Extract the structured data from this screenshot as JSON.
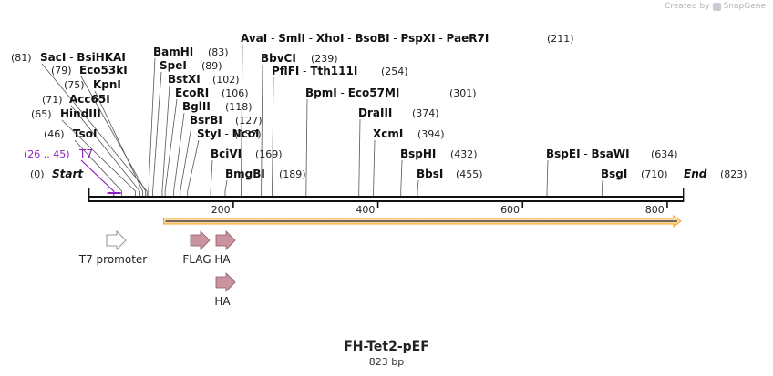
{
  "credit": {
    "prefix": "Created by",
    "brand": "SnapGene"
  },
  "map": {
    "name": "FH-Tet2-pEF",
    "length_label": "823 bp",
    "length_bp": 823,
    "colors": {
      "backbone": "#111111",
      "orf": "#f5a623",
      "orf_fill": "#fde7c0",
      "tag": "#c9949f",
      "promoter": "#ffffff",
      "primer": "#8c1fbf"
    },
    "ruler_ticks": [
      "200",
      "400",
      "600",
      "800"
    ],
    "sites": [
      {
        "text": "(0)",
        "name": "Start",
        "italic": true,
        "bp": 0
      },
      {
        "text": "(26 .. 45)",
        "name": "T7",
        "primer": true,
        "bp": 35
      },
      {
        "text": "(46)",
        "name": "TsoI",
        "bp": 46
      },
      {
        "text": "(65)",
        "name": "HindIII",
        "bp": 65
      },
      {
        "text": "(71)",
        "name": "Acc65I",
        "bp": 71
      },
      {
        "text": "(75)",
        "name": "KpnI",
        "bp": 75
      },
      {
        "text": "(79)",
        "name": "Eco53kI",
        "bp": 79
      },
      {
        "text": "(81)",
        "name": "SacI - BsiHKAI",
        "bp": 81
      },
      {
        "text": "(83)",
        "name": "BamHI",
        "bp": 83
      },
      {
        "text": "(89)",
        "name": "SpeI",
        "bp": 89
      },
      {
        "text": "(102)",
        "name": "BstXI",
        "bp": 102
      },
      {
        "text": "(106)",
        "name": "EcoRI",
        "bp": 106
      },
      {
        "text": "(118)",
        "name": "BglII",
        "bp": 118
      },
      {
        "text": "(127)",
        "name": "BsrBI",
        "bp": 127
      },
      {
        "text": "(137)",
        "name": "StyI - NcoI",
        "bp": 137
      },
      {
        "text": "(169)",
        "name": "BciVI",
        "bp": 169
      },
      {
        "text": "(189)",
        "name": "BmgBI",
        "bp": 189
      },
      {
        "text": "(211)",
        "name": "AvaI - SmlI - XhoI - BsoBI - PspXI - PaeR7I",
        "bp": 211
      },
      {
        "text": "(239)",
        "name": "BbvCI",
        "bp": 239
      },
      {
        "text": "(254)",
        "name": "PflFI - Tth111I",
        "bp": 254
      },
      {
        "text": "(301)",
        "name": "BpmI - Eco57MI",
        "bp": 301
      },
      {
        "text": "(374)",
        "name": "DraIII",
        "bp": 374
      },
      {
        "text": "(394)",
        "name": "XcmI",
        "bp": 394
      },
      {
        "text": "(432)",
        "name": "BspHI",
        "bp": 432
      },
      {
        "text": "(455)",
        "name": "BbsI",
        "bp": 455
      },
      {
        "text": "(634)",
        "name": "BspEI - BsaWI",
        "bp": 634
      },
      {
        "text": "(710)",
        "name": "BsgI",
        "bp": 710
      },
      {
        "text": "(823)",
        "name": "End",
        "italic": true,
        "bp": 823
      }
    ],
    "features": [
      {
        "name": "T7 promoter",
        "kind": "promoter",
        "row": 0
      },
      {
        "name": "FLAG",
        "kind": "tag",
        "row": 0
      },
      {
        "name": "HA",
        "kind": "tag",
        "row": 0
      },
      {
        "name": "HA",
        "kind": "tag",
        "row": 1
      }
    ]
  }
}
